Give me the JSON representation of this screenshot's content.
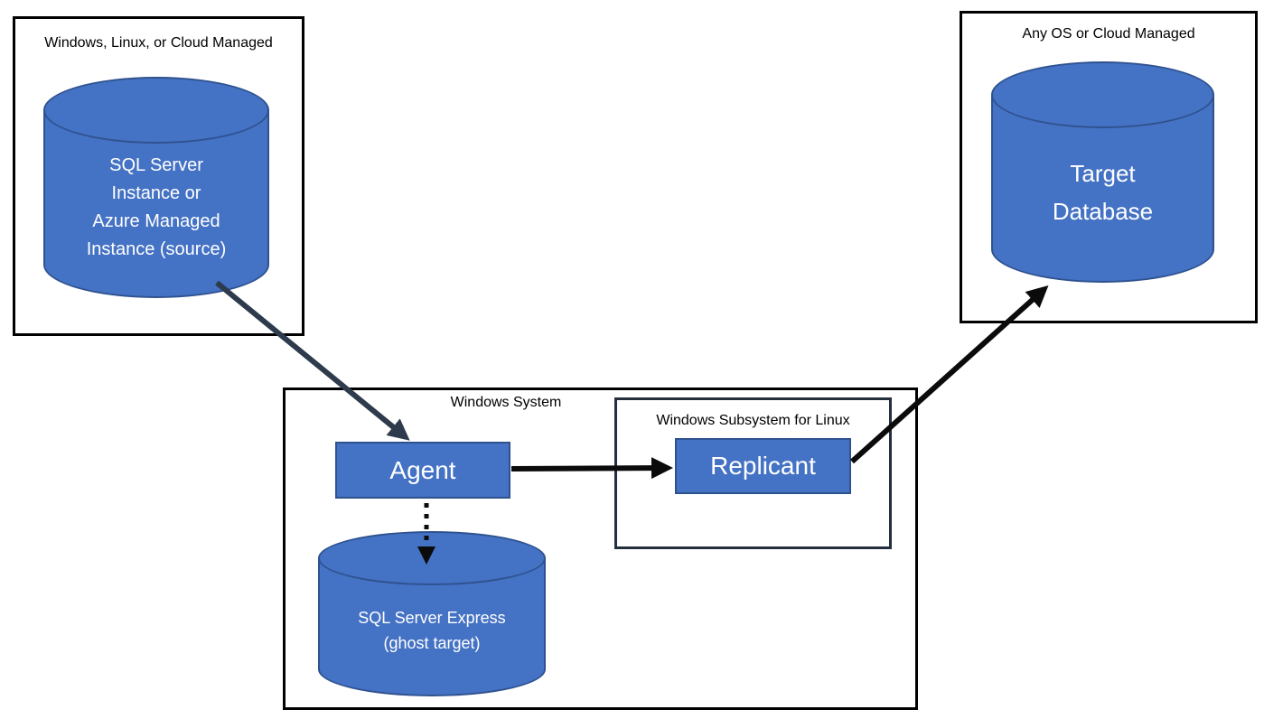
{
  "diagram": {
    "groups": {
      "source": {
        "title": "Windows, Linux, or Cloud Managed"
      },
      "target": {
        "title": "Any OS or Cloud Managed"
      },
      "windows_system": {
        "title": "Windows System"
      },
      "wsl": {
        "title": "Windows Subsystem for Linux"
      }
    },
    "nodes": {
      "source_db": {
        "type": "cylinder",
        "lines": [
          "SQL Server",
          "Instance or",
          "Azure Managed",
          "Instance (source)"
        ]
      },
      "target_db": {
        "type": "cylinder",
        "lines": [
          "Target",
          "Database"
        ]
      },
      "agent": {
        "type": "rect",
        "label": "Agent"
      },
      "replicant": {
        "type": "rect",
        "label": "Replicant"
      },
      "ghost_db": {
        "type": "cylinder",
        "lines": [
          "SQL Server Express",
          "(ghost target)"
        ]
      }
    },
    "connections": [
      {
        "from": "source_db",
        "to": "agent",
        "style": "solid",
        "color": "#2E3B4C"
      },
      {
        "from": "agent",
        "to": "replicant",
        "style": "solid",
        "color": "#0B0B0B"
      },
      {
        "from": "agent",
        "to": "ghost_db",
        "style": "dotted",
        "color": "#0B0B0B"
      },
      {
        "from": "replicant",
        "to": "target_db",
        "style": "solid",
        "color": "#0B0B0B"
      }
    ],
    "colors": {
      "background": "#FFFFFF",
      "shape_fill": "#4472C4",
      "shape_stroke": "#2F528F",
      "outer_border": "#000000",
      "wsl_border": "#262F3E",
      "arrow_dark": "#2E3B4C",
      "arrow_black": "#0B0B0B",
      "shape_text": "#FFFFFF",
      "label_text": "#000000"
    }
  }
}
